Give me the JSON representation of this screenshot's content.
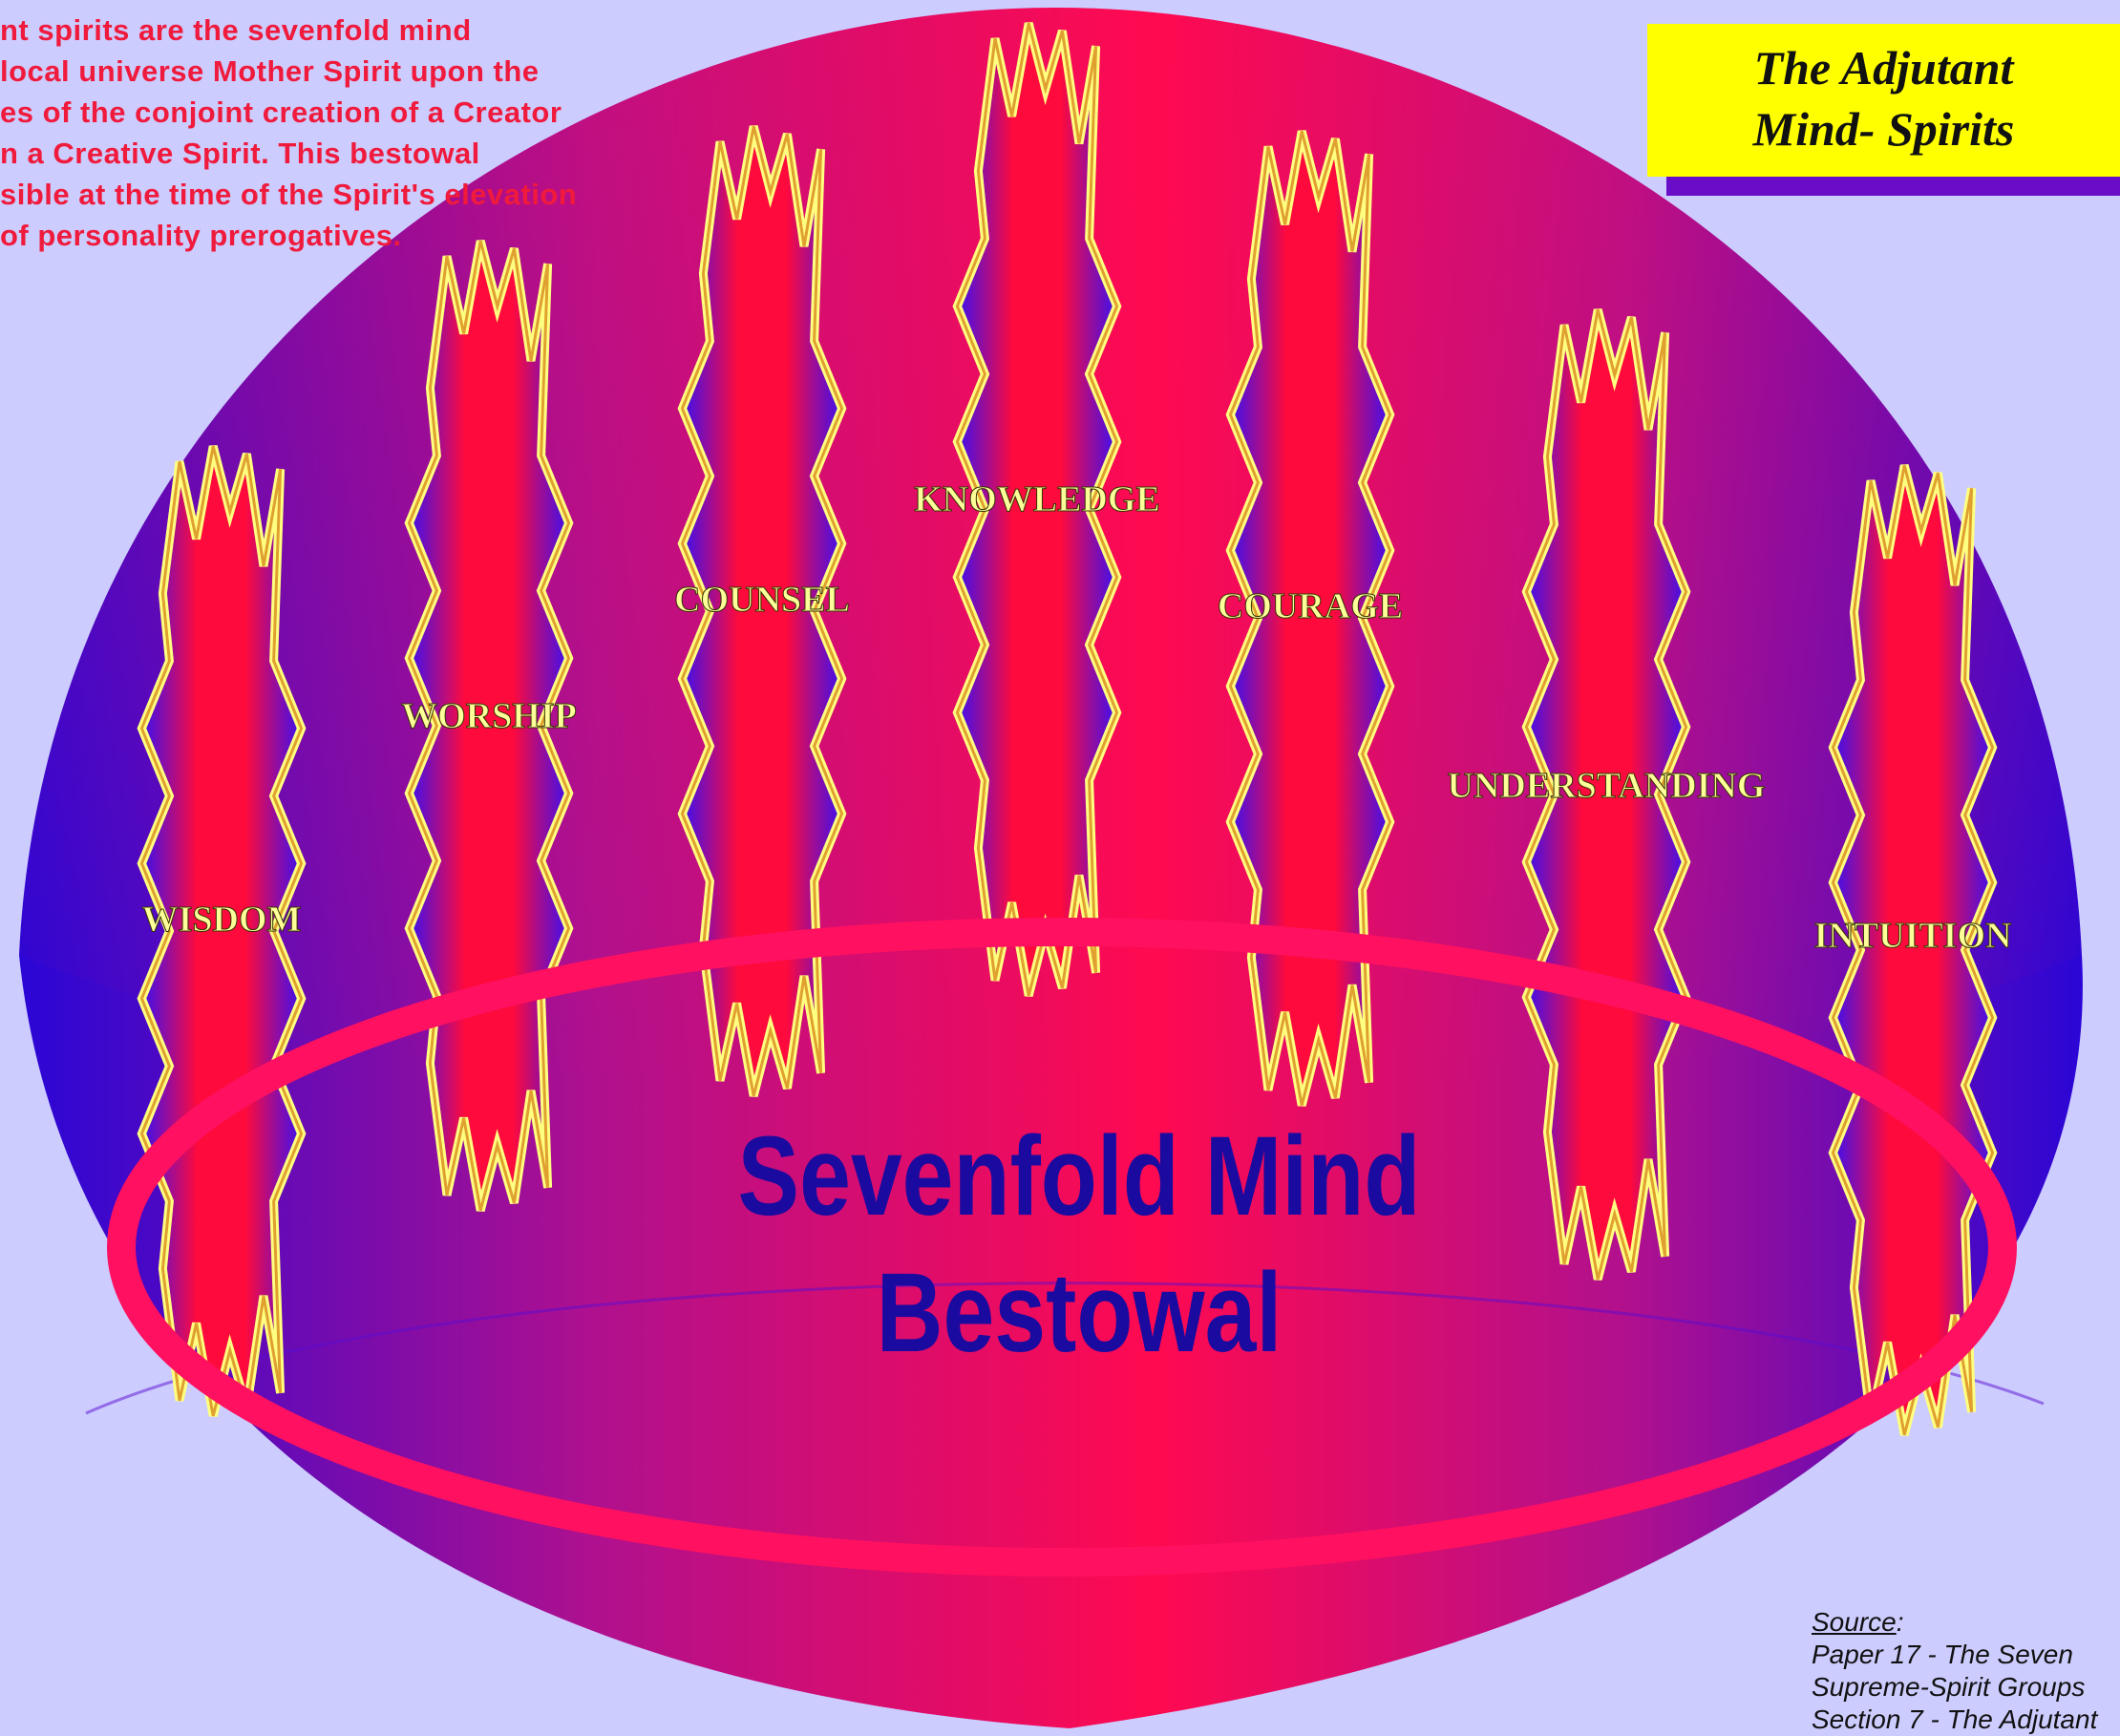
{
  "intro": {
    "lines": [
      "nt spirits are the sevenfold mind",
      " local universe Mother Spirit upon the",
      "es of the conjoint creation of a Creator",
      "n a Creative Spirit. This bestowal",
      "sible at the time of the Spirit's elevation",
      " of personality prerogatives."
    ]
  },
  "title": {
    "line1": "The Adjutant",
    "line2": "Mind- Spirits"
  },
  "spirits": [
    {
      "label": "WISDOM"
    },
    {
      "label": "WORSHIP"
    },
    {
      "label": "COUNSEL"
    },
    {
      "label": "KNOWLEDGE"
    },
    {
      "label": "COURAGE"
    },
    {
      "label": "UNDERSTANDING"
    },
    {
      "label": "INTUITION"
    }
  ],
  "center": {
    "line1": "Sevenfold Mind",
    "line2": "Bestowal"
  },
  "source": {
    "label": "Source",
    "line1": "Paper 17 - The Seven",
    "line2": "Supreme-Spirit Groups",
    "line3": "Section 7 -  The Adjutant"
  },
  "colors": {
    "background": "#ccccff",
    "dome_edge": "#2a06d6",
    "dome_center": "#ff0a50",
    "ring": "#ff1060",
    "flame_core": "#ff0a3c",
    "flame_outline": "#ffff80",
    "label_text": "#ffff99",
    "center_text": "#1a0aa0",
    "intro_text": "#f01a3c",
    "title_box": "#ffff00",
    "title_bar": "#6a0dc8"
  }
}
